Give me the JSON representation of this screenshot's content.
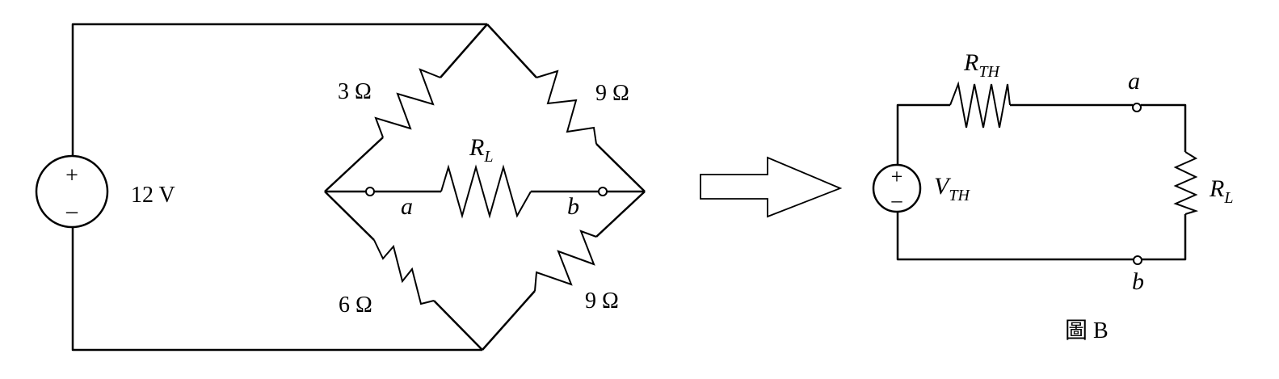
{
  "left_circuit": {
    "source_voltage": "12 V",
    "source_plus": "+",
    "source_minus": "–",
    "r_top_left": "3 Ω",
    "r_top_right": "9 Ω",
    "r_bottom_left": "6 Ω",
    "r_bottom_right": "9 Ω",
    "load_label_main": "R",
    "load_label_sub": "L",
    "node_a": "a",
    "node_b": "b"
  },
  "right_circuit": {
    "rth_main": "R",
    "rth_sub": "TH",
    "vth_main": "V",
    "vth_sub": "TH",
    "source_plus": "+",
    "source_minus": "–",
    "rl_main": "R",
    "rl_sub": "L",
    "node_a": "a",
    "node_b": "b"
  },
  "caption": "圖 B"
}
